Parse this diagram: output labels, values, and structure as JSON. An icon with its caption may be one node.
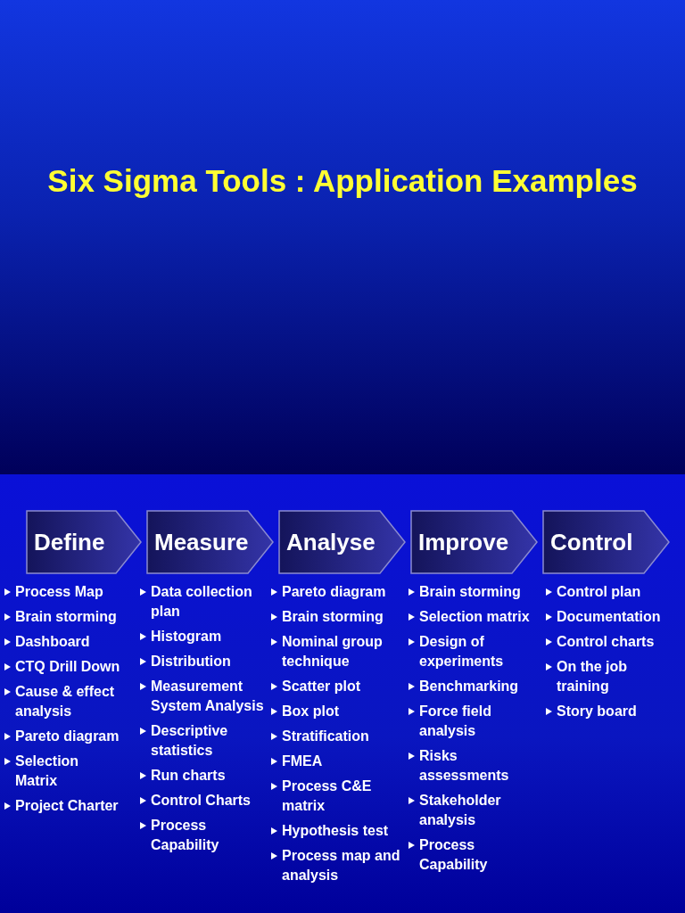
{
  "diagram": {
    "title": "Six Sigma Tools : Application Examples",
    "nodes": [
      {
        "text": [
          "Define"
        ],
        "beside": [
          "Process Map",
          "Brain storming",
          "Dashboard",
          "CTQ Drill Down",
          "Cause & effect analysis",
          "Pareto diagram",
          "Selection Matrix",
          "Project Charter"
        ]
      },
      {
        "text": [
          "Measure"
        ],
        "beside": [
          "Data collection plan",
          "Histogram",
          "Distribution",
          "Measurement System Analysis",
          "Descriptive statistics",
          "Run charts",
          "Control Charts",
          "Process Capability"
        ]
      },
      {
        "text": [
          "Analyse"
        ],
        "beside": [
          "Pareto diagram",
          "Brain storming",
          "Nominal group technique",
          "Scatter plot",
          "Box plot",
          "Stratification",
          "FMEA",
          "Process C&E matrix",
          "Hypothesis test",
          "Process map and analysis"
        ]
      },
      {
        "text": [
          "Improve"
        ],
        "beside": [
          "Brain storming",
          "Selection matrix",
          "Design of experiments",
          "Benchmarking",
          "Force field analysis",
          "Risks assessments",
          "Stakeholder analysis",
          "Process Capability"
        ]
      },
      {
        "text": [
          "Control"
        ],
        "beside": [
          "Control plan",
          "Documentation",
          "Control charts",
          "On the job training",
          "Story board"
        ]
      }
    ]
  }
}
